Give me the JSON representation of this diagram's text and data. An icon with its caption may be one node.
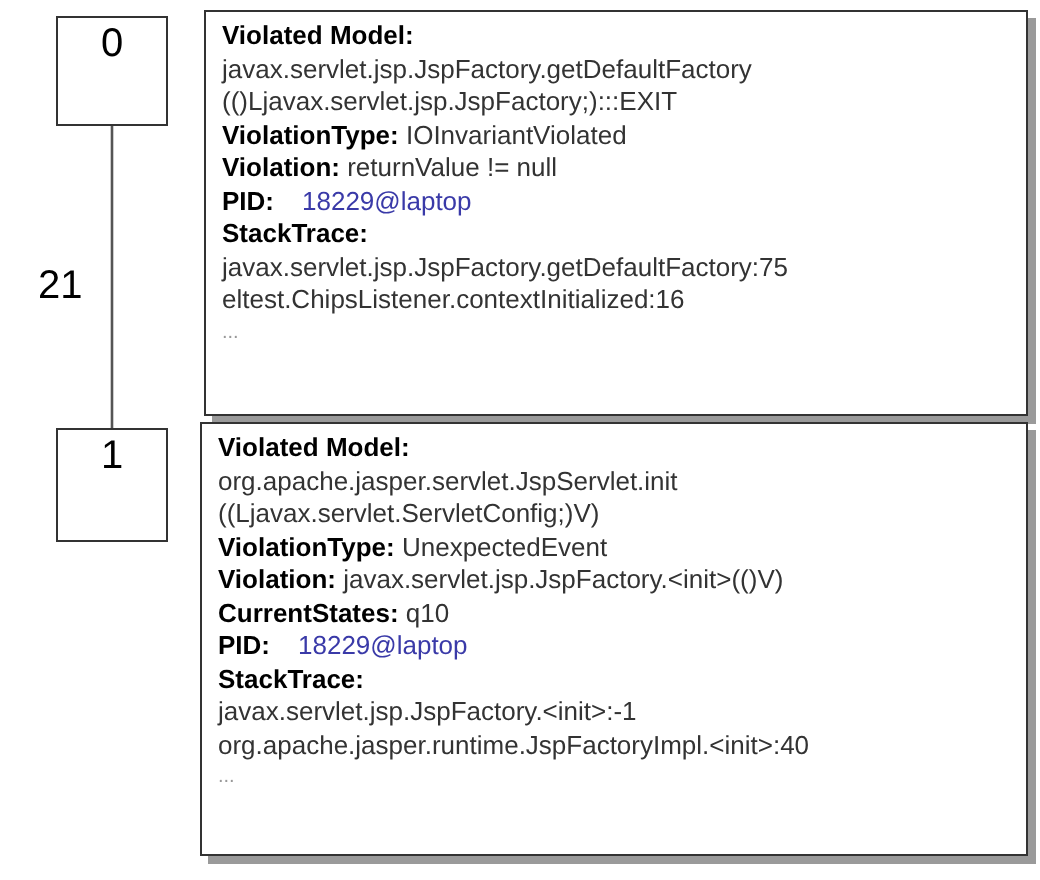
{
  "diagram": {
    "nodes": [
      {
        "text": [
          "0"
        ]
      },
      {
        "text": [
          "Violated Model:",
          "javax.servlet.jsp.JspFactory.getDefaultFactory (()Ljavax.servlet.jsp.JspFactory;):::EXIT",
          "**ViolationType:** IOInvariantViolated",
          "**Violation:** returnValue != null",
          "PID:",
          "18229@laptop",
          "StackTrace:",
          "javax.servlet.jsp.JspFactory.getDefaultFactory:75",
          "eltest.ChipsListener.contextInitialized:16",
          "..."
        ]
      },
      {
        "text": [
          "1"
        ]
      },
      {
        "text": [
          "Violated Model:",
          "org.apache.jasper.servlet.JspServlet.init ((Ljavax.servlet.ServletConfig;)V)",
          "**ViolationType:** UnexpectedEvent",
          "**Violation:** javax.servlet.jsp.JspFactory.<init>(()V)",
          "**CurrentStates:** q10",
          "PID:",
          "18229@laptop",
          "StackTrace:",
          "javax.servlet.jsp.JspFactory.<init>:-1",
          "org.apache.jasper.runtime.JspFactoryImpl.<init>:40",
          "..."
        ]
      }
    ],
    "edges": [
      {
        "from": 0,
        "to": 2,
        "arrow": "none",
        "label": "21"
      }
    ]
  }
}
